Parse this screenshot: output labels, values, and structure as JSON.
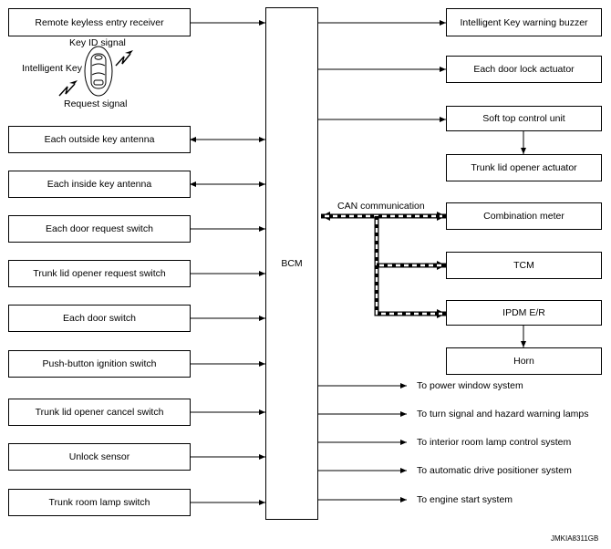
{
  "bcm": "BCM",
  "inputs": [
    "Remote keyless entry receiver",
    "Each outside key antenna",
    "Each inside key antenna",
    "Each door request switch",
    "Trunk lid opener request switch",
    "Each door switch",
    "Push-button ignition switch",
    "Trunk lid opener cancel switch",
    "Unlock sensor",
    "Trunk room lamp switch"
  ],
  "key": {
    "title": "Intelligent Key",
    "id_signal": "Key ID signal",
    "request_signal": "Request signal"
  },
  "outputs": [
    "Intelligent Key warning buzzer",
    "Each door lock actuator",
    "Soft top control unit",
    "Trunk lid opener actuator",
    "Combination meter",
    "TCM",
    "IPDM E/R",
    "Horn"
  ],
  "can_label": "CAN communication",
  "systems": [
    "To power window system",
    "To turn signal and hazard warning lamps",
    "To interior room lamp control system",
    "To automatic drive positioner system",
    "To engine start system"
  ],
  "figure_code": "JMKIA8311GB"
}
